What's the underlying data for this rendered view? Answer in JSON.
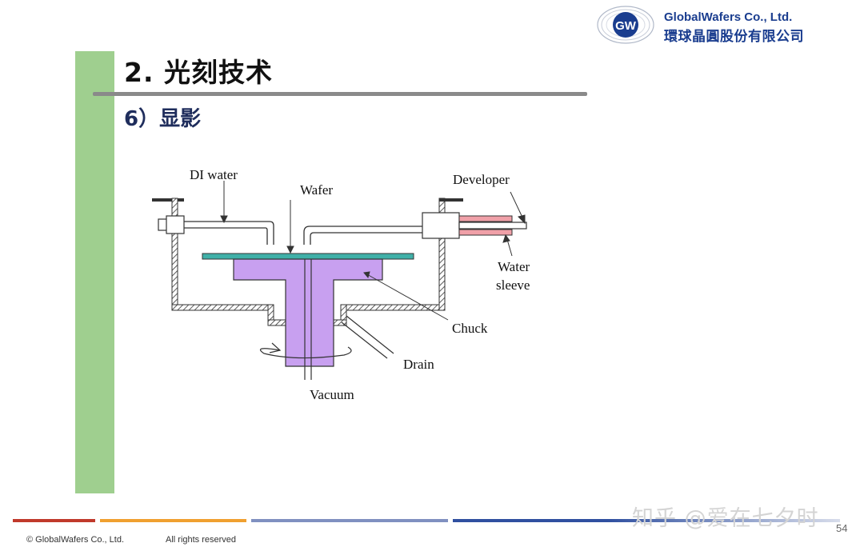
{
  "header": {
    "title": "2. 光刻技术",
    "subtitle": "6）显影"
  },
  "logo": {
    "mark": "GW",
    "company_en": "GlobalWafers Co., Ltd.",
    "company_cn": "環球晶圓股份有限公司"
  },
  "diagram": {
    "labels": {
      "di_water": "DI water",
      "wafer": "Wafer",
      "developer": "Developer",
      "water_sleeve_1": "Water",
      "water_sleeve_2": "sleeve",
      "chuck": "Chuck",
      "drain": "Drain",
      "vacuum": "Vacuum"
    },
    "colors": {
      "wafer": "#40b0a8",
      "chuck": "#c8a0f0",
      "water_sleeve": "#f0a0a8",
      "hatch": "#333333"
    }
  },
  "footer": {
    "copyright": "© GlobalWafers Co., Ltd.",
    "rights": "All rights reserved",
    "page_number": "54",
    "watermark": "知乎 @爱在七夕时",
    "line_colors": [
      "#c0392b",
      "#f0a030",
      "#8090c0",
      "#3050a0"
    ]
  }
}
